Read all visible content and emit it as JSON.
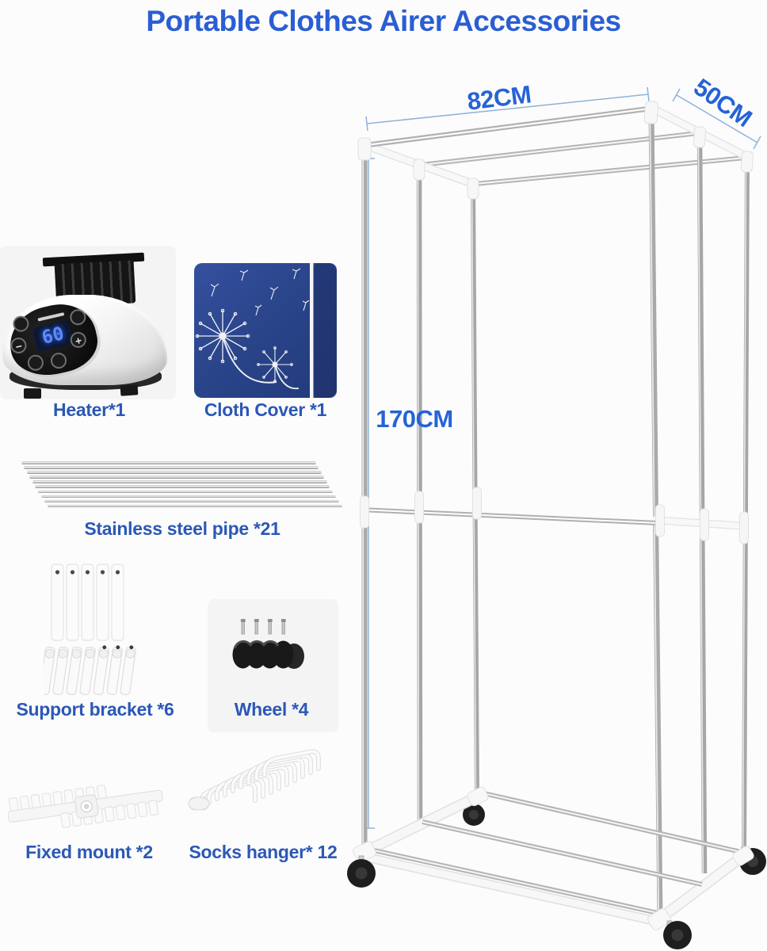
{
  "header": {
    "title": "Portable Clothes Airer Accessories"
  },
  "rack_dimensions": {
    "width": "82CM",
    "depth": "50CM",
    "height": "170CM"
  },
  "heater": {
    "display": "60",
    "plus_glyph": "+",
    "minus_glyph": "−"
  },
  "parts": {
    "heater": {
      "label": "Heater*1",
      "qty": 1
    },
    "cloth_cover": {
      "label": "Cloth Cover *1",
      "qty": 1
    },
    "steel_pipe": {
      "label": "Stainless steel pipe *21",
      "qty": 21
    },
    "support_bracket": {
      "label": "Support bracket *6",
      "qty": 6
    },
    "wheel": {
      "label": "Wheel *4",
      "qty": 4
    },
    "fixed_mount": {
      "label": "Fixed mount *2",
      "qty": 2
    },
    "socks_hanger": {
      "label": "Socks hanger* 12",
      "qty": 12
    }
  },
  "colors": {
    "title_blue": "#2a5ed3",
    "label_blue": "#2b58b6",
    "dimension_blue": "#2563d6",
    "dimension_line_blue": "#8fb2d8",
    "cover_navy": "#2a4489"
  }
}
